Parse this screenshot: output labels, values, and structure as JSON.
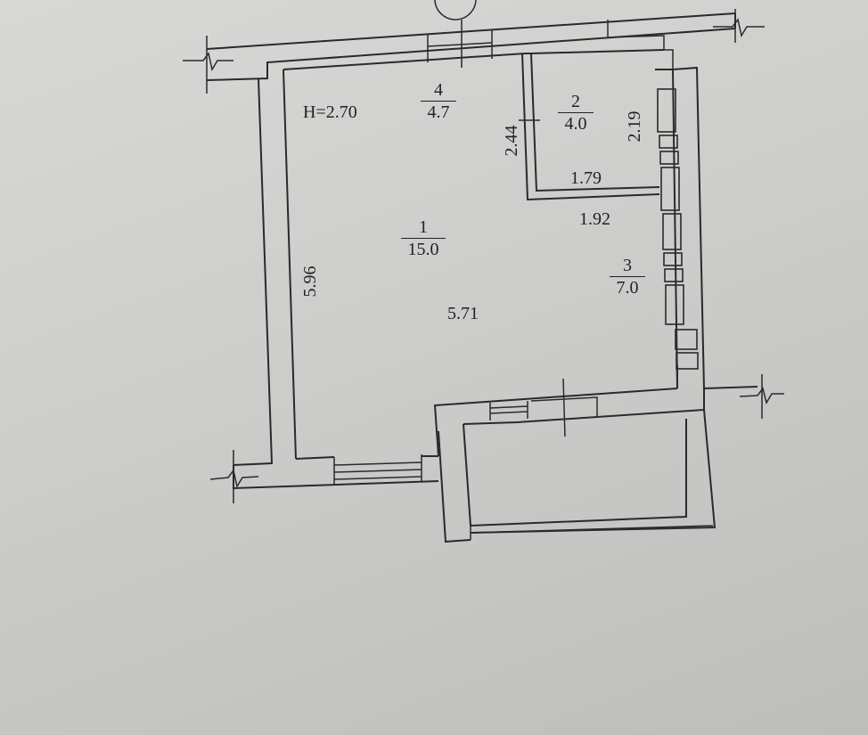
{
  "plan": {
    "ceiling_height": "H=2.70",
    "rooms": [
      {
        "number": "4",
        "area": "4.7"
      },
      {
        "number": "2",
        "area": "4.0"
      },
      {
        "number": "1",
        "area": "15.0"
      },
      {
        "number": "3",
        "area": "7.0"
      }
    ],
    "dimensions": {
      "bath_height": "2.44",
      "bath_width": "1.79",
      "right_height": "2.19",
      "kitchen_width": "1.92",
      "room_height": "5.96",
      "room_width": "5.71"
    }
  }
}
